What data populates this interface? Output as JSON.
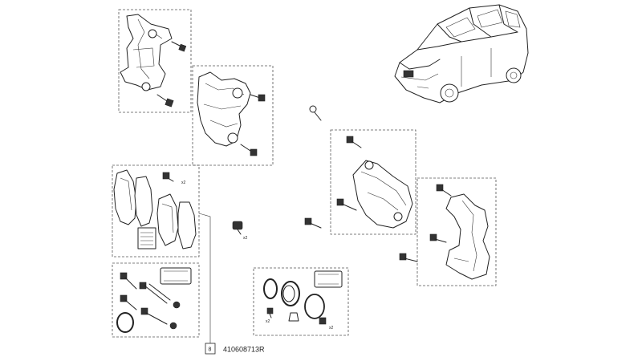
{
  "diagram": {
    "reference_index": "8",
    "part_number": "410608713R",
    "quantity_labels": {
      "pad_bolts": "x2",
      "clip": "x2",
      "kit_bleed": "x2",
      "kit_cap": "x2"
    }
  }
}
